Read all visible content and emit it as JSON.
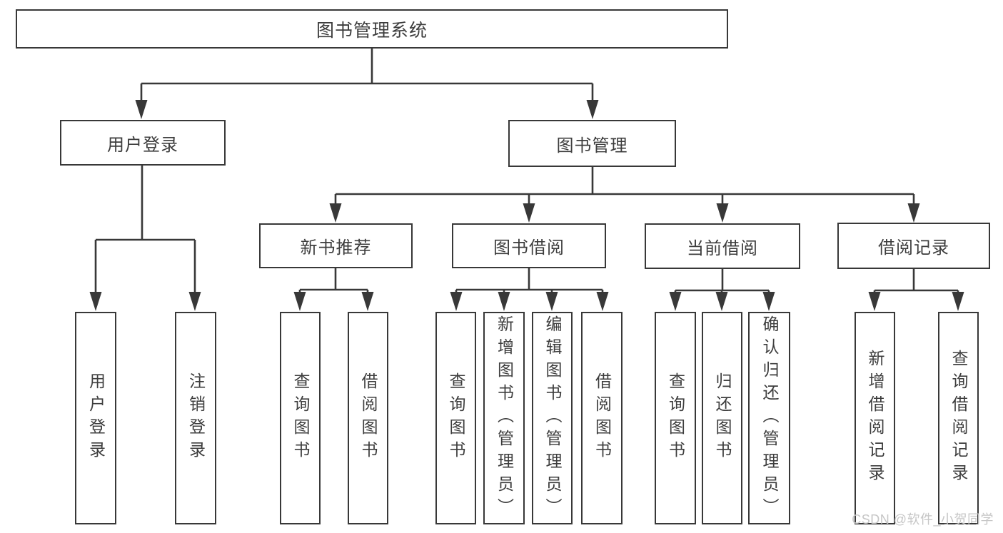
{
  "diagram": {
    "type": "hierarchy-tree",
    "colors": {
      "line": "#383838",
      "text": "#3d3d3d",
      "background": "#ffffff",
      "watermark": "#c6c6c6"
    },
    "tree": {
      "label": "图书管理系统",
      "children": [
        {
          "label": "用户登录",
          "children": [
            {
              "label": "用户登录"
            },
            {
              "label": "注销登录"
            }
          ]
        },
        {
          "label": "图书管理",
          "children": [
            {
              "label": "新书推荐",
              "children": [
                {
                  "label": "查询图书"
                },
                {
                  "label": "借阅图书"
                }
              ]
            },
            {
              "label": "图书借阅",
              "children": [
                {
                  "label": "查询图书"
                },
                {
                  "label": "新增图书（管理员）"
                },
                {
                  "label": "编辑图书（管理员）"
                },
                {
                  "label": "借阅图书"
                }
              ]
            },
            {
              "label": "当前借阅",
              "children": [
                {
                  "label": "查询图书"
                },
                {
                  "label": "归还图书"
                },
                {
                  "label": "确认归还（管理员）"
                }
              ]
            },
            {
              "label": "借阅记录",
              "children": [
                {
                  "label": "新增借阅记录"
                },
                {
                  "label": "查询借阅记录"
                }
              ]
            }
          ]
        }
      ]
    }
  },
  "watermark": {
    "text": "CSDN @软件_小贺同学"
  }
}
